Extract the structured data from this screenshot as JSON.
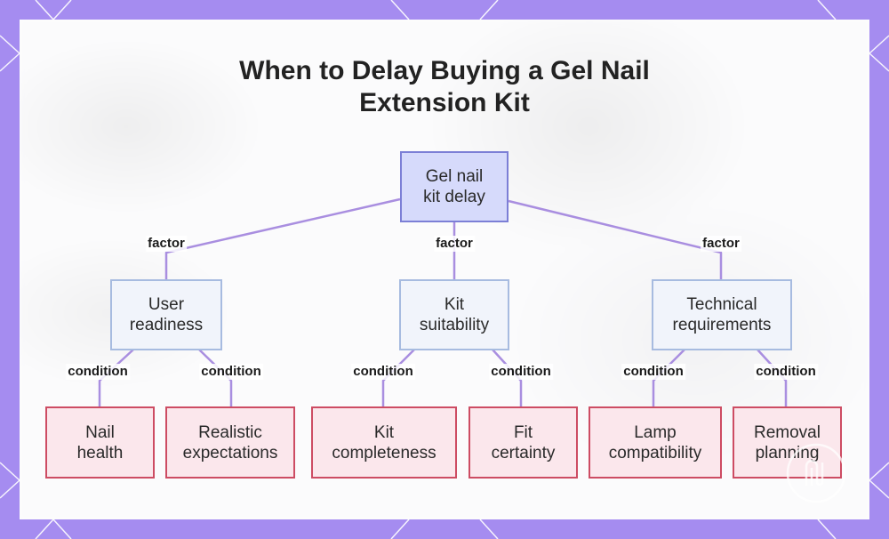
{
  "title_line1": "When to Delay Buying a Gel Nail",
  "title_line2": "Extension Kit",
  "colors": {
    "frame": "#a58cf0",
    "line": "#a98ee0",
    "root_fill": "#d6dafb",
    "root_border": "#7c7fd6",
    "mid_fill": "#f1f4fb",
    "mid_border": "#a7bbe0",
    "leaf_fill": "#fbe7ec",
    "leaf_border": "#cd4c63"
  },
  "root": {
    "label": "Gel nail\nkit delay"
  },
  "factor_label": "factor",
  "condition_label": "condition",
  "factors": [
    {
      "label": "User\nreadiness",
      "conditions": [
        {
          "label": "Nail\nhealth"
        },
        {
          "label": "Realistic\nexpectations"
        }
      ]
    },
    {
      "label": "Kit\nsuitability",
      "conditions": [
        {
          "label": "Kit\ncompleteness"
        },
        {
          "label": "Fit\ncertainty"
        }
      ]
    },
    {
      "label": "Technical\nrequirements",
      "conditions": [
        {
          "label": "Lamp\ncompatibility"
        },
        {
          "label": "Removal\nplanning"
        }
      ]
    }
  ]
}
